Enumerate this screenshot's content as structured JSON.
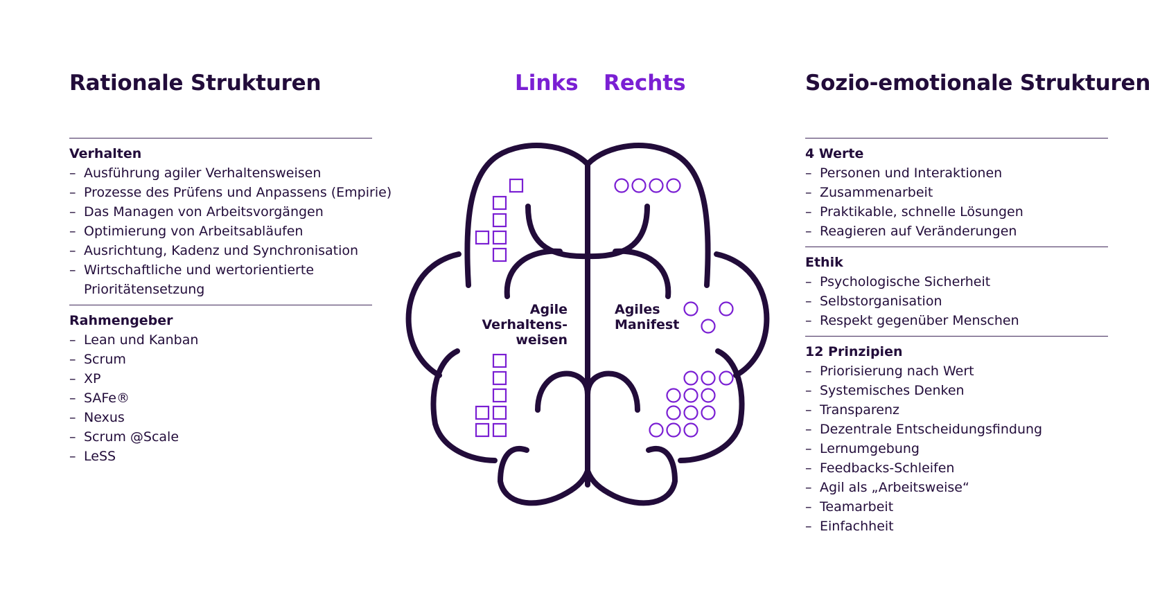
{
  "left_heading": "Rationale Strukturen",
  "right_heading": "Sozio-emotionale Strukturen",
  "hemispheres": {
    "left": "Links",
    "right": "Rechts"
  },
  "brain_labels": {
    "left": [
      "Agile",
      "Verhaltens-",
      "weisen"
    ],
    "right": [
      "Agiles",
      "Manifest"
    ]
  },
  "left_sections": [
    {
      "title": "Verhalten",
      "items": [
        "Ausführung agiler Verhaltensweisen",
        "Prozesse des Prüfens und Anpassens (Empirie)",
        "Das Managen von Arbeitsvorgängen",
        "Optimierung von Arbeitsabläufen",
        "Ausrichtung, Kadenz und Synchronisation",
        "Wirtschaftliche und wertorientierte Prioritätensetzung"
      ]
    },
    {
      "title": "Rahmengeber",
      "items": [
        "Lean und Kanban",
        "Scrum",
        "XP",
        "SAFe®",
        "Nexus",
        "Scrum @Scale",
        "LeSS"
      ]
    }
  ],
  "right_sections": [
    {
      "title": "4 Werte",
      "items": [
        "Personen und Interaktionen",
        "Zusammenarbeit",
        "Praktikable, schnelle Lösungen",
        "Reagieren auf Veränderungen"
      ]
    },
    {
      "title": "Ethik",
      "items": [
        "Psychologische Sicherheit",
        "Selbstorganisation",
        "Respekt gegenüber Menschen"
      ]
    },
    {
      "title": "12 Prinzipien",
      "items": [
        "Priorisierung nach Wert",
        "Systemisches Denken",
        "Transparenz",
        "Dezentrale Entscheidungsfindung",
        "Lernumgebung",
        "Feedbacks-Schleifen",
        "Agil als „Arbeitsweise“",
        "Teamarbeit",
        "Einfachheit"
      ]
    }
  ],
  "colors": {
    "ink": "#220c3a",
    "accent": "#7a1fd3"
  }
}
